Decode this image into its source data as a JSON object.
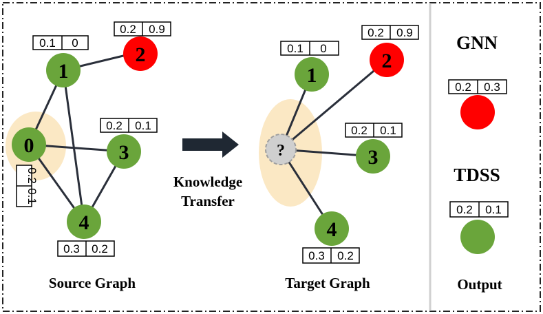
{
  "colors": {
    "green": "#6aa53b",
    "red": "#ff0000",
    "unknown": "#cfcfcf",
    "highlight": "#fbe8c4",
    "edge": "#2a2f3a",
    "arrow": "#1f2833"
  },
  "source_graph": {
    "caption": "Source Graph",
    "nodes": [
      {
        "label": "0",
        "color": "green",
        "features": [
          "0.2",
          "0.1"
        ]
      },
      {
        "label": "1",
        "color": "green",
        "features": [
          "0.1",
          "0"
        ]
      },
      {
        "label": "2",
        "color": "red",
        "features": [
          "0.2",
          "0.9"
        ]
      },
      {
        "label": "3",
        "color": "green",
        "features": [
          "0.2",
          "0.1"
        ]
      },
      {
        "label": "4",
        "color": "green",
        "features": [
          "0.3",
          "0.2"
        ]
      }
    ]
  },
  "transfer": {
    "line1": "Knowledge",
    "line2": "Transfer"
  },
  "target_graph": {
    "caption": "Target Graph",
    "nodes": [
      {
        "label": "?",
        "color": "unknown"
      },
      {
        "label": "1",
        "color": "green",
        "features": [
          "0.1",
          "0"
        ]
      },
      {
        "label": "2",
        "color": "red",
        "features": [
          "0.2",
          "0.9"
        ]
      },
      {
        "label": "3",
        "color": "green",
        "features": [
          "0.2",
          "0.1"
        ]
      },
      {
        "label": "4",
        "color": "green",
        "features": [
          "0.3",
          "0.2"
        ]
      }
    ]
  },
  "output": {
    "caption": "Output",
    "gnn": {
      "title": "GNN",
      "features": [
        "0.2",
        "0.3"
      ],
      "color": "red"
    },
    "tdss": {
      "title": "TDSS",
      "features": [
        "0.2",
        "0.1"
      ],
      "color": "green"
    }
  }
}
